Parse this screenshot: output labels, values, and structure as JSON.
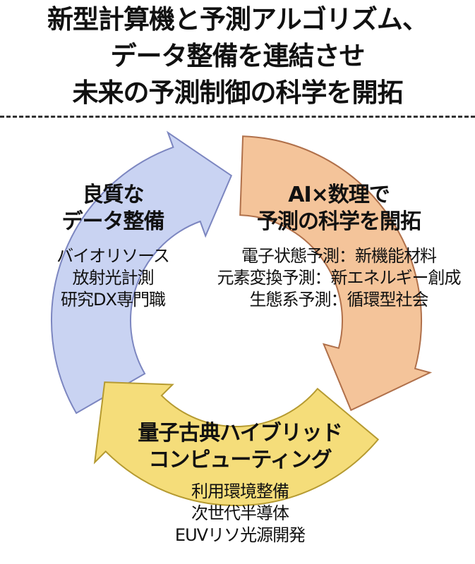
{
  "title": {
    "lines": [
      "新型計算機と予測アルゴリズム、",
      "データ整備を連結させ",
      "未来の予測制御の科学を開拓"
    ]
  },
  "segments": {
    "data": {
      "heading": [
        "良質な",
        "データ整備"
      ],
      "items": [
        "バイオリソース",
        "放射光計測",
        "研究DX専門職"
      ],
      "color": "#c9d3f2"
    },
    "ai": {
      "heading": [
        "AI×数理で",
        "予測の科学を開拓"
      ],
      "items": [
        "電子状態予測：新機能材料",
        "元素変換予測：新エネルギー創成",
        "生態系予測：循環型社会"
      ],
      "color": "#f4c49a"
    },
    "quantum": {
      "heading": [
        "量子古典ハイブリッド",
        "コンピューティング"
      ],
      "items": [
        "利用環境整備",
        "次世代半導体",
        "EUVリソ光源開発"
      ],
      "color": "#f5dd7a"
    }
  }
}
